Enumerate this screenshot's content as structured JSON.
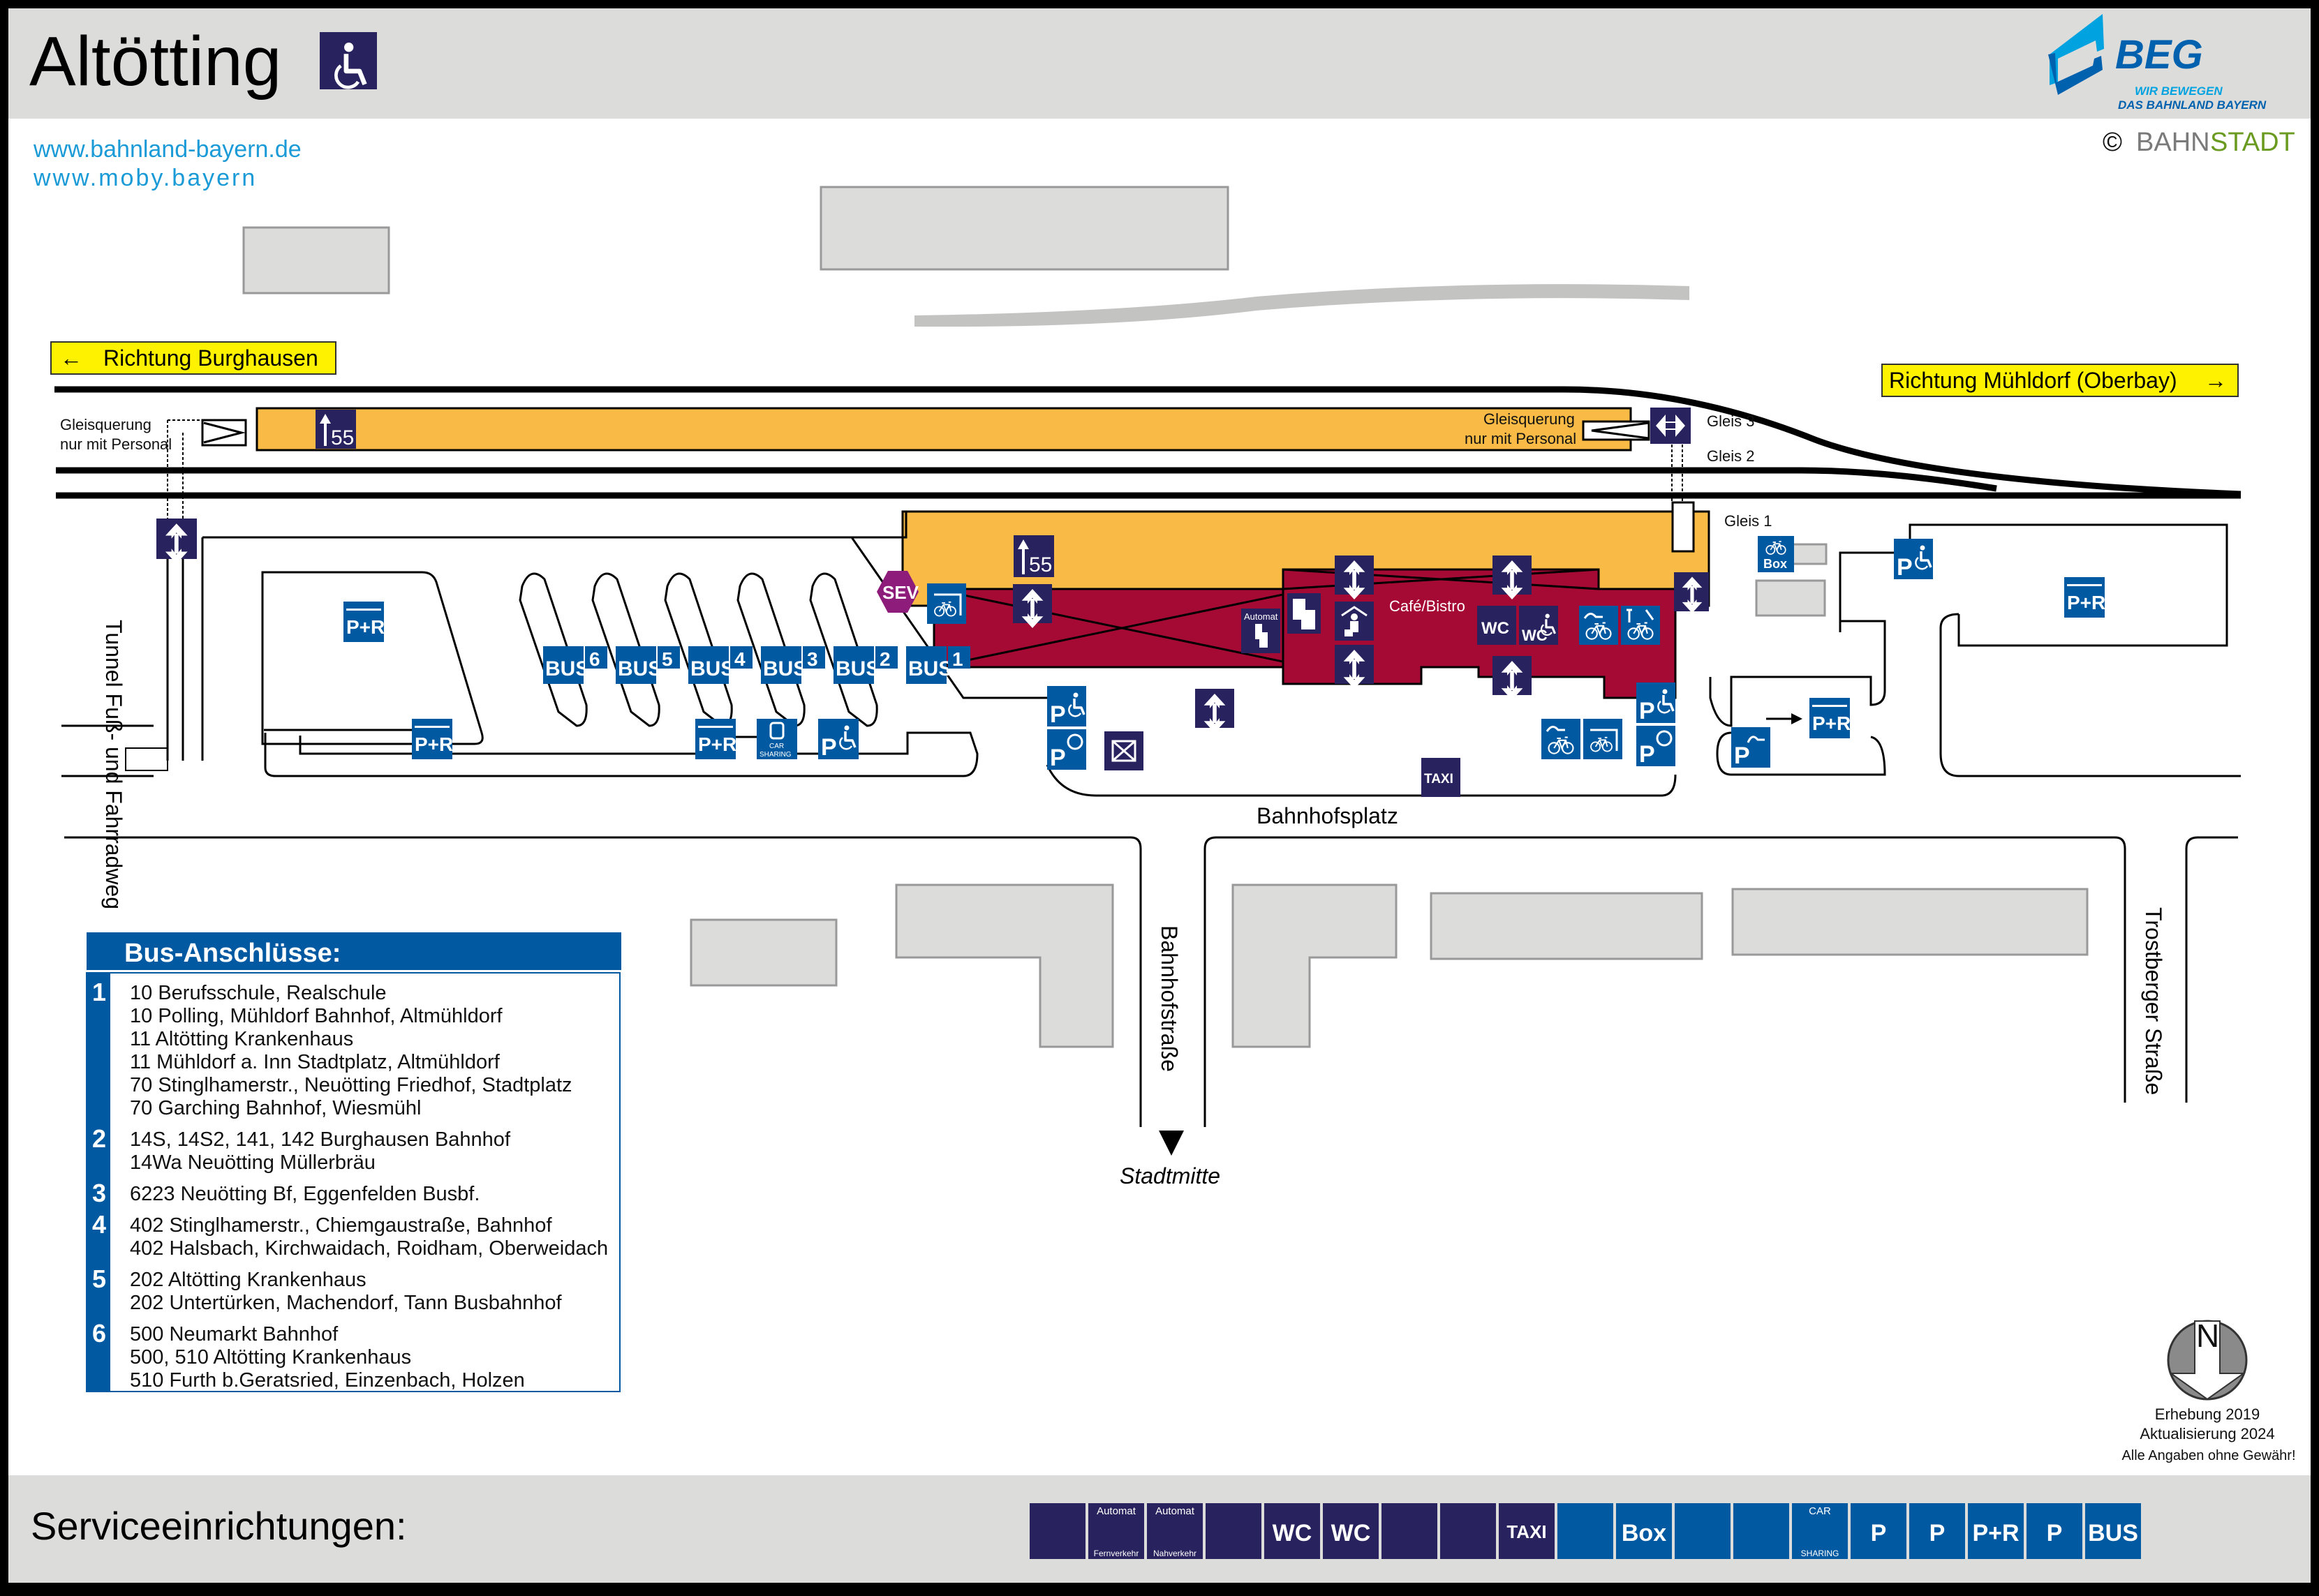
{
  "header": {
    "station_name": "Altötting",
    "accessibility_icon": "wheelchair-icon",
    "links": [
      "www.bahnland-bayern.de",
      "www.moby.bayern"
    ],
    "brand": {
      "name": "BEG",
      "slogan_line1": "WIR BEWEGEN",
      "slogan_line2": "DAS BAHNLAND BAYERN",
      "copyright_symbol": "©",
      "copyright_part1": "BAHN",
      "copyright_part2": "STADT"
    }
  },
  "colors": {
    "header_bg": "#dcdcdb",
    "platform": "#f9bb45",
    "station_building": "#a50a35",
    "icon_dark": "#28235e",
    "icon_blue": "#0059a1",
    "sev": "#8d1c7a",
    "direction_sign": "#fff200",
    "building": "#dcdcdb",
    "link": "#1a9ad6",
    "beg_light": "#00a2e0",
    "beg_dark": "#0061ae",
    "bahnstadt_grey": "#7a7a7a",
    "bahnstadt_green": "#6a9a1f"
  },
  "map": {
    "direction_left": {
      "arrow": "←",
      "label": "Richtung Burghausen"
    },
    "direction_right": {
      "arrow": "→",
      "label": "Richtung Mühldorf (Oberbay)"
    },
    "crossing_left": {
      "line1": "Gleisquerung",
      "line2": "nur mit Personal"
    },
    "crossing_right": {
      "line1": "Gleisquerung",
      "line2": "nur mit Personal"
    },
    "tracks": [
      "Gleis 3",
      "Gleis 2",
      "Gleis 1"
    ],
    "platform_height_sign_1": "55",
    "platform_height_sign_2": "55",
    "cafe_label": "Café/Bistro",
    "automat_label": "Automat",
    "sev_label": "SEV",
    "taxi_label": "TAXI",
    "tunnel_label": "Tunnel Fuß- und Fahrradweg",
    "square_label": "Bahnhofsplatz",
    "street_1": "Bahnhofstraße",
    "street_2": "Trostberger Straße",
    "city_center": "Stadtmitte",
    "bus_stops": [
      {
        "label": "BUS",
        "number": "6"
      },
      {
        "label": "BUS",
        "number": "5"
      },
      {
        "label": "BUS",
        "number": "4"
      },
      {
        "label": "BUS",
        "number": "3"
      },
      {
        "label": "BUS",
        "number": "2"
      },
      {
        "label": "BUS",
        "number": "1"
      }
    ],
    "parking_labels": {
      "pr": "P+R",
      "p": "P",
      "box": "Box",
      "car_line1": "CAR",
      "car_line2": "SHARING",
      "wc": "WC"
    }
  },
  "bus_connections": {
    "title": "Bus-Anschlüsse:",
    "groups": [
      {
        "stop": "1",
        "lines": [
          "10 Berufsschule, Realschule",
          "10 Polling, Mühldorf Bahnhof, Altmühldorf",
          "11 Altötting Krankenhaus",
          "11 Mühldorf a. Inn Stadtplatz, Altmühldorf",
          "70 Stinglhamerstr., Neuötting Friedhof, Stadtplatz",
          "70 Garching Bahnhof, Wiesmühl"
        ]
      },
      {
        "stop": "2",
        "lines": [
          "14S, 14S2, 141, 142 Burghausen Bahnhof",
          "14Wa Neuötting Müllerbräu"
        ]
      },
      {
        "stop": "3",
        "lines": [
          "6223 Neuötting Bf, Eggenfelden Busbf."
        ]
      },
      {
        "stop": "4",
        "lines": [
          "402 Stinglhamerstr., Chiemgaustraße, Bahnhof",
          "402 Halsbach, Kirchwaidach, Roidham, Oberweidach"
        ]
      },
      {
        "stop": "5",
        "lines": [
          "202 Altötting Krankenhaus",
          "202 Untertürken, Machendorf, Tann Busbahnhof"
        ]
      },
      {
        "stop": "6",
        "lines": [
          "500 Neumarkt Bahnhof",
          "500, 510 Altötting Krankenhaus",
          "510 Furth b.Geratsried, Einzenbach, Holzen"
        ]
      }
    ]
  },
  "compass": {
    "label": "N"
  },
  "footer_note": {
    "survey": "Erhebung 2019",
    "update": "Aktualisierung 2024",
    "disclaimer": "Alle Angaben ohne Gewähr!"
  },
  "services": {
    "title": "Serviceeinrichtungen:",
    "legend": [
      {
        "icon": "ticket-counter-icon",
        "color": "dark",
        "text": ""
      },
      {
        "icon": "ticket-machine-long-distance-icon",
        "color": "dark",
        "text": "Automat",
        "sub": "Fernverkehr"
      },
      {
        "icon": "ticket-machine-local-icon",
        "color": "dark",
        "text": "Automat",
        "sub": "Nahverkehr"
      },
      {
        "icon": "waiting-room-icon",
        "color": "dark",
        "text": ""
      },
      {
        "icon": "accessible-wc-icon",
        "color": "dark",
        "text": "WC"
      },
      {
        "icon": "wc-icon",
        "color": "dark",
        "text": "WC"
      },
      {
        "icon": "mailbox-icon",
        "color": "dark",
        "text": ""
      },
      {
        "icon": "wheelchair-lift-icon",
        "color": "dark",
        "text": ""
      },
      {
        "icon": "taxi-icon",
        "color": "dark",
        "text": "TAXI"
      },
      {
        "icon": "bike-repair-icon",
        "color": "blue",
        "text": ""
      },
      {
        "icon": "bike-box-icon",
        "color": "blue",
        "text": "Box"
      },
      {
        "icon": "covered-bike-parking-icon",
        "color": "blue",
        "text": ""
      },
      {
        "icon": "ebike-charging-icon",
        "color": "blue",
        "text": ""
      },
      {
        "icon": "car-sharing-icon",
        "color": "blue",
        "text": "CAR",
        "sub": "SHARING"
      },
      {
        "icon": "accessible-parking-icon",
        "color": "blue",
        "text": "P"
      },
      {
        "icon": "short-term-parking-icon",
        "color": "blue",
        "text": "P"
      },
      {
        "icon": "park-and-ride-icon",
        "color": "blue",
        "text": "P+R"
      },
      {
        "icon": "ev-charging-parking-icon",
        "color": "blue",
        "text": "P"
      },
      {
        "icon": "bus-icon",
        "color": "blue",
        "text": "BUS"
      }
    ]
  }
}
